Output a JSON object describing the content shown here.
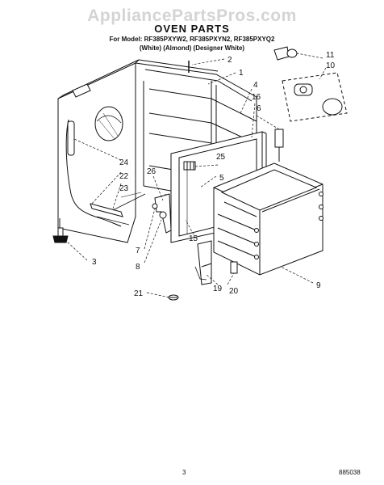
{
  "watermark": "AppliancePartsPros.com",
  "title": "OVEN PARTS",
  "models_line": "For Model: RF385PXYW2, RF385PXYN2, RF385PXYQ2",
  "variants_line": "(White)    (Almond) (Designer White)",
  "callouts": [
    "1",
    "2",
    "3",
    "4",
    "5",
    "6",
    "7",
    "8",
    "9",
    "10",
    "11",
    "15",
    "16",
    "19",
    "20",
    "21",
    "22",
    "23",
    "24",
    "25",
    "26"
  ],
  "page_number": "3",
  "doc_code": "885038"
}
